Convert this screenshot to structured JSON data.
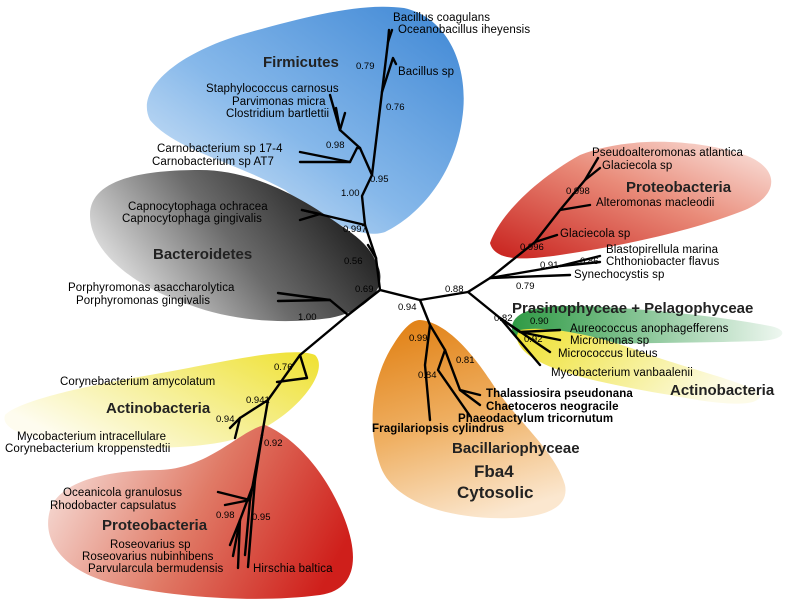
{
  "groups": {
    "firmicutes": "Firmicutes",
    "bacteroidetes": "Bacteroidetes",
    "proteobacteria_top": "Proteobacteria",
    "prasino": "Prasinophyceae + Pelagophyceae",
    "actino_right": "Actinobacteria",
    "bacillario": "Bacillariophyceae",
    "fba4": "Fba4",
    "cytosolic": "Cytosolic",
    "actino_left": "Actinobacteria",
    "proteobacteria_bottom": "Proteobacteria"
  },
  "taxa": {
    "bacillus_coagulans": "Bacillus coagulans",
    "oceanobacillus": "Oceanobacillus iheyensis",
    "bacillus_sp": "Bacillus sp",
    "staph": "Staphylococcus carnosus",
    "parvimonas": "Parvimonas micra",
    "clostridium": "Clostridium bartlettii",
    "carno_17": "Carnobacterium sp 17-4",
    "carno_at7": "Carnobacterium sp AT7",
    "capno_ochracea": "Capnocytophaga ochracea",
    "capno_gingivalis": "Capnocytophaga gingivalis",
    "porph_asacch": "Porphyromonas asaccharolytica",
    "porph_ging": "Porphyromonas gingivalis",
    "pseudoalteromonas": "Pseudoalteromonas atlantica",
    "glaciecola_1": "Glaciecola sp",
    "alteromonas": "Alteromonas macleodii",
    "glaciecola_2": "Glaciecola sp",
    "blastopirellula": "Blastopirellula marina",
    "chthoniobacter": "Chthoniobacter flavus",
    "synechocystis": "Synechocystis sp",
    "aureococcus": "Aureococcus anophagefferens",
    "micromonas": "Micromonas sp",
    "micrococcus": "Micrococcus luteus",
    "myco_vanbaalenii": "Mycobacterium vanbaalenii",
    "thalassiosira": "Thalassiosira pseudonana",
    "chaetoceros": "Chaetoceros neogracile",
    "phaeodactylum": "Phaeodactylum tricornutum",
    "fragilariopsis": "Fragilariopsis cylindrus",
    "corynebacterium_amy": "Corynebacterium amycolatum",
    "myco_intra": "Mycobacterium intracellulare",
    "coryne_kropp": "Corynebacterium kroppenstedtii",
    "oceanicola": "Oceanicola granulosus",
    "rhodobacter": "Rhodobacter capsulatus",
    "roseovarius_sp": "Roseovarius sp",
    "roseovarius_nub": "Roseovarius nubinhibens",
    "parvularcula": "Parvularcula bermudensis",
    "hirschia": "Hirschia baltica"
  },
  "support": {
    "s079": "0.79",
    "s076": "0.76",
    "s098": "0.98",
    "s095": "0.95",
    "s100a": "1.00",
    "s0997": "0.997",
    "s056": "0.56",
    "s069": "0.69",
    "s100b": "1.00",
    "s094": "0.94",
    "s088": "0.88",
    "s0998": "0.998",
    "s0996": "0.996",
    "s091": "0.91",
    "s086": "0.86",
    "s079b": "0.79",
    "s082": "0.82",
    "s090": "0.90",
    "s092": "0.92",
    "s099": "0.99",
    "s081": "0.81",
    "s084": "0.84",
    "s076b": "0.76",
    "s0941": "0.941",
    "s094b": "0.94",
    "s092b": "0.92",
    "s098b": "0.98",
    "s095b": "0.95"
  },
  "colors": {
    "firmicutes": "#3f8ad6",
    "bacteroidetes": "#1a1a1a",
    "proteobacteria": "#d6231f",
    "prasino": "#2f9a45",
    "actinobacteria": "#f2e84a",
    "bacillario": "#e58a1f"
  }
}
